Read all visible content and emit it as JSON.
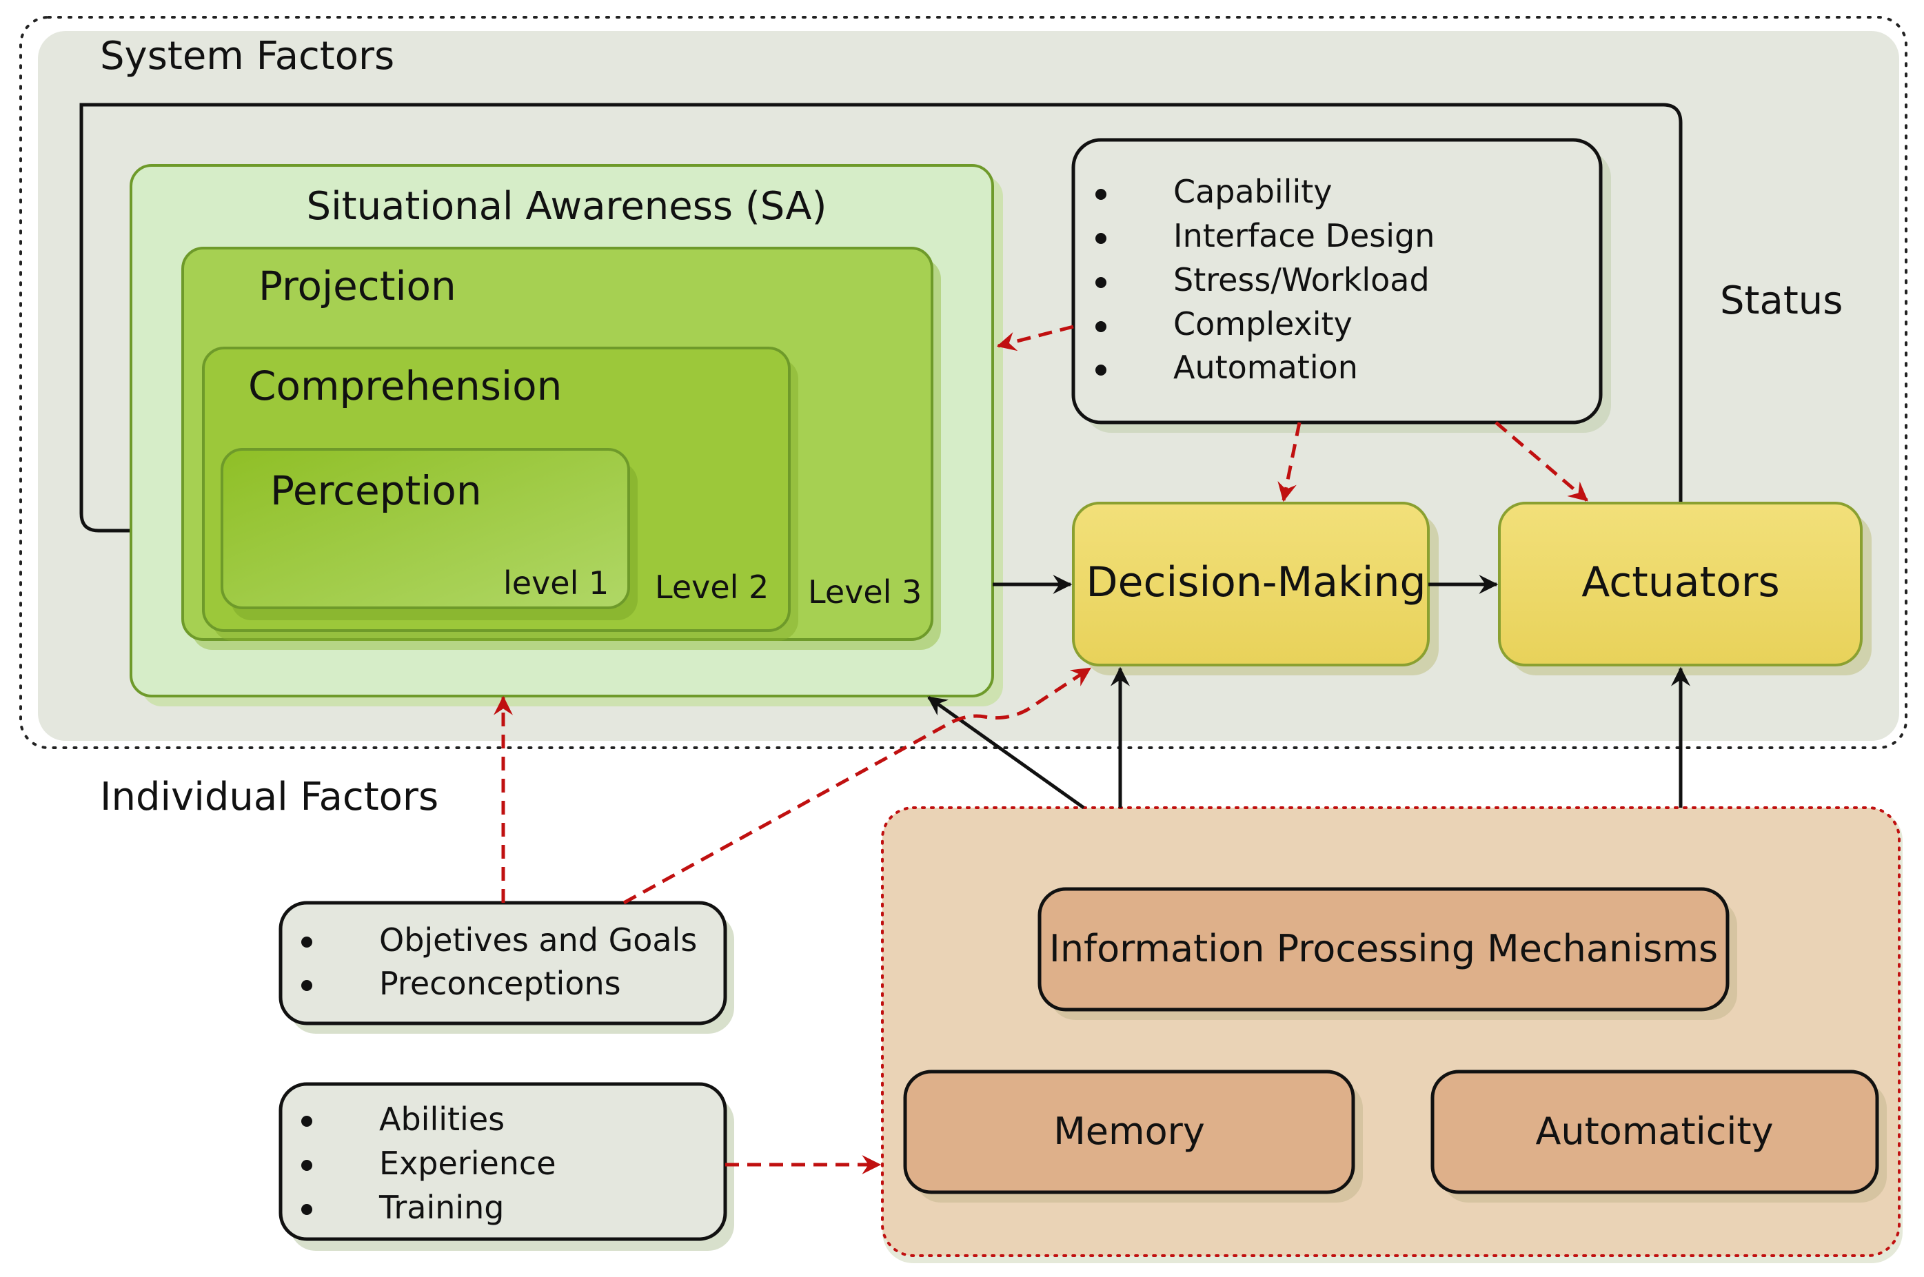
{
  "regions": {
    "system_factors": "System Factors",
    "individual_factors": "Individual Factors",
    "status": "Status"
  },
  "situational_awareness": {
    "title": "Situational Awareness (SA)",
    "projection": "Projection",
    "comprehension": "Comprehension",
    "perception": "Perception",
    "level1": "level 1",
    "level2": "Level 2",
    "level3": "Level 3"
  },
  "system_factor_list": [
    "Capability",
    "Interface Design",
    "Stress/Workload",
    "Complexity",
    "Automation"
  ],
  "decision_making": "Decision-Making",
  "actuators": "Actuators",
  "goals_list": [
    "Objetives and Goals",
    "Preconceptions"
  ],
  "abilities_list": [
    "Abilities",
    "Experience",
    "Training"
  ],
  "processing": {
    "information_processing": "Information Processing Mechanisms",
    "memory": "Memory",
    "automaticity": "Automaticity"
  },
  "colors": {
    "system_bg": "#e4e7de",
    "sa_outer": "#d6edc8",
    "projection": "#a6d052",
    "comprehension": "#9cc83a",
    "perception": "#92c22c",
    "green_border": "#6e9a2a",
    "yellow": "#eedb6f",
    "yellow_border": "#8aa030",
    "processing_bg": "#ead3b6",
    "processing_box": "#deb08a",
    "dashed_red": "#c01010"
  }
}
